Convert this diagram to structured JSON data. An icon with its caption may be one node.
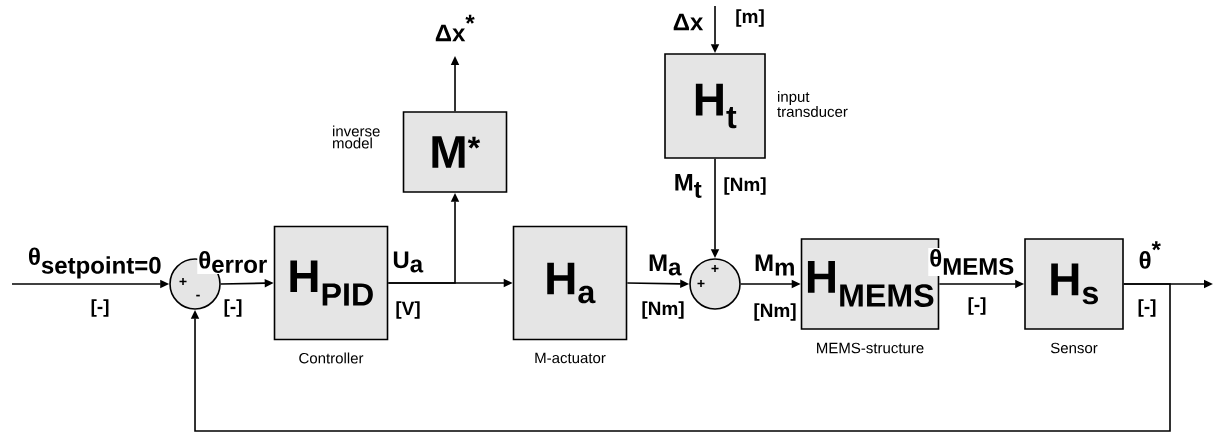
{
  "diagram": {
    "nodes": [
      {
        "text": [
          "+",
          "-"
        ]
      },
      {
        "text": [
          "H$_{PID}$"
        ],
        "beside": [
          "Controller"
        ]
      },
      {
        "text": [
          "M$^{*}$"
        ],
        "beside": [
          "inverse model"
        ]
      },
      {
        "text": [
          "H$_{a}$"
        ],
        "beside": [
          "M-actuator"
        ]
      },
      {
        "text": [
          "H$_{t}$"
        ],
        "beside": [
          "input transducer"
        ]
      },
      {
        "text": [
          "+",
          "+"
        ]
      },
      {
        "text": [
          "H$_{MEMS}$"
        ],
        "beside": [
          "MEMS-structure"
        ]
      },
      {
        "text": [
          "H$_{s}$"
        ],
        "beside": [
          "Sensor"
        ]
      }
    ],
    "edges": [
      {
        "from": null,
        "to": 0,
        "arrow": "to",
        "label": "\\mbox{θ}_{\\mbox{setpoint=0}}"
      },
      {
        "from": 0,
        "to": 1,
        "arrow": "to",
        "label": "\\mbox{θ}_{\\mbox{error}}"
      },
      {
        "from": 1,
        "to": 3,
        "arrow": "to",
        "label": "\\mbox{U}_{\\mbox{a}}"
      },
      {
        "from": 1,
        "to": 2,
        "arrow": "to"
      },
      {
        "from": 2,
        "to": null,
        "arrow": "to",
        "label": "\\mbox{Δx}^{\\mbox{*}}"
      },
      {
        "from": null,
        "to": 4,
        "arrow": "to",
        "label": "\\mbox{Δx}"
      },
      {
        "from": 4,
        "to": 5,
        "arrow": "to",
        "label": "\\mbox{M}_{\\mbox{t}}"
      },
      {
        "from": 3,
        "to": 5,
        "arrow": "to",
        "label": "\\mbox{M}_{\\mbox{a}}"
      },
      {
        "from": 5,
        "to": 6,
        "arrow": "to",
        "label": "\\mbox{M}_{\\mbox{m}}"
      },
      {
        "from": 6,
        "to": 7,
        "arrow": "to",
        "label": "\\mbox{θ}_{\\mbox{MEMS}}"
      },
      {
        "from": 7,
        "to": null,
        "arrow": "to",
        "label": "\\mbox{θ}^{\\mbox{*}}"
      },
      {
        "from": 7,
        "to": 0,
        "arrow": "to"
      }
    ],
    "labels": [
      "[-]",
      "[-]",
      "[V]",
      "[m]",
      "[Nm]",
      "[Nm]",
      "[Nm]",
      "[-]",
      "[-]"
    ]
  }
}
